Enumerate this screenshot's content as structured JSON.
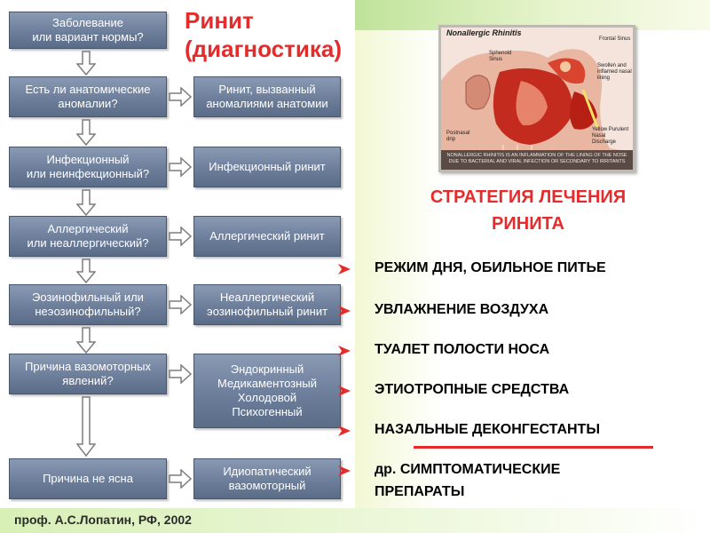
{
  "title": {
    "line1": "Ринит",
    "line2": "(диагностика)"
  },
  "flowchart": {
    "left_boxes": [
      [
        "Заболевание",
        "или вариант нормы?"
      ],
      [
        "Есть ли анатомические",
        "аномалии?"
      ],
      [
        "Инфекционный",
        "или неинфекционный?"
      ],
      [
        "Аллергический",
        "или неаллергический?"
      ],
      [
        "Эозинофильный или",
        "неэозинофильный?"
      ],
      [
        "Причина вазомоторных",
        "явлений?"
      ],
      [
        "Причина не ясна"
      ]
    ],
    "right_boxes": [
      [
        "Ринит, вызванный",
        "аномалиями анатомии"
      ],
      [
        "Инфекционный ринит"
      ],
      [
        "Аллергический ринит"
      ],
      [
        "Неаллергический",
        "эозинофильный ринит"
      ],
      [
        "Эндокринный",
        "Медикаментозный",
        "Холодовой",
        "Психогенный"
      ],
      [
        "Идиопатический",
        "вазомоторный"
      ]
    ]
  },
  "illustration": {
    "title": "Nonallergic Rhinitis",
    "labels": {
      "frontal": "Frontal Sinus",
      "sphenoid": "Sphenoid Sinus",
      "swollen": "Swollen and inflamed nasal lining",
      "postnasal": "Postnasal drip",
      "yellow": "Yellow Purulent Nasal Discharge"
    },
    "caption": "NONALLERGIC RHINITIS IS AN INFLAMMATION OF THE LINING OF THE NOSE DUE TO BACTERIAL AND VIRAL INFECTION OR SECONDARY TO IRRITANTS"
  },
  "strategy": {
    "title_line1": "СТРАТЕГИЯ ЛЕЧЕНИЯ",
    "title_line2": "РИНИТА",
    "items": [
      "РЕЖИМ ДНЯ, ОБИЛЬНОЕ ПИТЬЕ",
      "УВЛАЖНЕНИЕ ВОЗДУХА",
      "ТУАЛЕТ ПОЛОСТИ НОСА",
      "ЭТИОТРОПНЫЕ СРЕДСТВА",
      "НАЗАЛЬНЫЕ ДЕКОНГЕСТАНТЫ",
      "др. СИМПТОМАТИЧЕСКИЕ",
      "ПРЕПАРАТЫ"
    ]
  },
  "footer": {
    "credit": "проф. А.С.Лопатин, РФ, 2002"
  },
  "colors": {
    "title_red": "#e52b2b",
    "box_blue_gray": "#6d7e9b",
    "bullet_red": "#e52b2b"
  },
  "icons": {
    "flow_down": "hollow-down-arrow",
    "flow_right": "hollow-right-arrow",
    "bullet": "red-chevron-arrow"
  }
}
